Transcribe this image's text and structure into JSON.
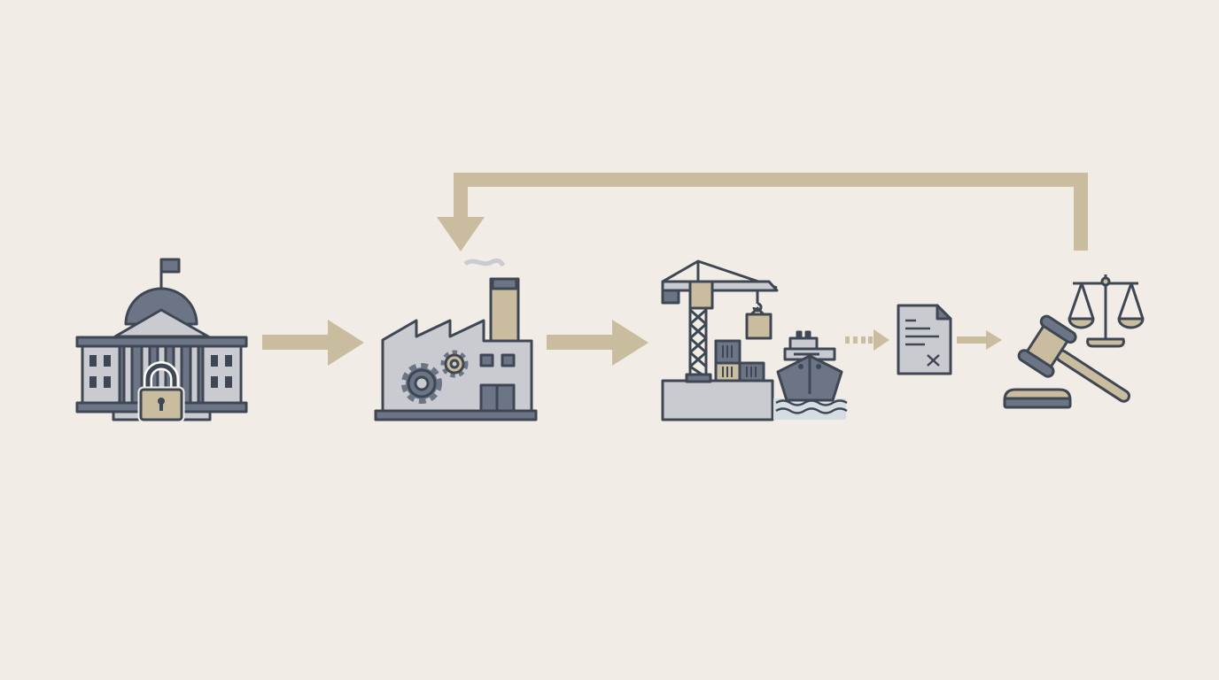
{
  "diagram": {
    "nodes": [
      {
        "id": "government",
        "icon": "government-building-lock-icon"
      },
      {
        "id": "factory",
        "icon": "factory-gears-icon"
      },
      {
        "id": "port",
        "icon": "port-crane-ship-icon"
      },
      {
        "id": "document",
        "icon": "rejected-document-icon"
      },
      {
        "id": "justice",
        "icon": "gavel-scales-icon"
      }
    ],
    "edges": [
      {
        "from": "government",
        "to": "factory",
        "style": "solid"
      },
      {
        "from": "factory",
        "to": "port",
        "style": "solid"
      },
      {
        "from": "port",
        "to": "document",
        "style": "dotted"
      },
      {
        "from": "document",
        "to": "justice",
        "style": "solid"
      },
      {
        "from": "justice",
        "to": "factory",
        "style": "feedback"
      }
    ]
  },
  "colors": {
    "background": "#f1ede6",
    "accent_tan": "#c9bc9f",
    "outline_dark": "#3e4753",
    "fill_slate": "#6b7585",
    "fill_light": "#c9cbd0"
  }
}
